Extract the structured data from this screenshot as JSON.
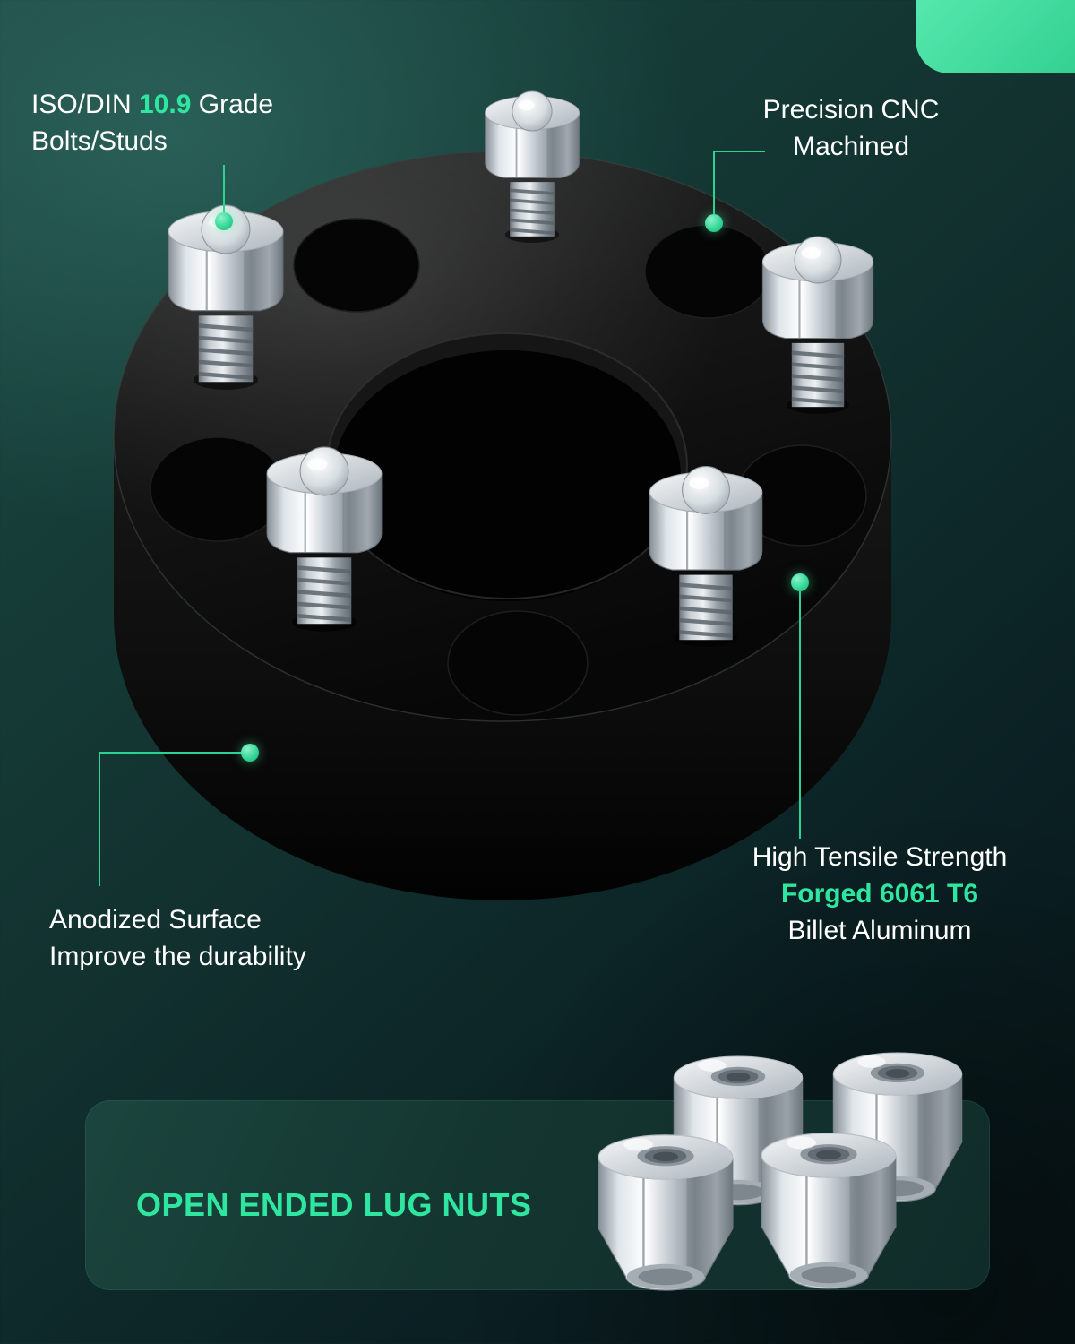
{
  "colors": {
    "accent": "#2ee6a0",
    "text": "#ffffff"
  },
  "callouts": {
    "iso": {
      "pre": "ISO/DIN ",
      "highlight": "10.9",
      "post": " Grade",
      "line2": "Bolts/Studs"
    },
    "cnc": {
      "line1": "Precision CNC",
      "line2": "Machined"
    },
    "tensile": {
      "line1": "High Tensile Strength",
      "highlight": "Forged 6061 T6",
      "line3": "Billet Aluminum"
    },
    "anodized": {
      "line1": "Anodized Surface",
      "line2": "Improve the durability"
    }
  },
  "panel": {
    "title": "OPEN ENDED LUG NUTS"
  }
}
